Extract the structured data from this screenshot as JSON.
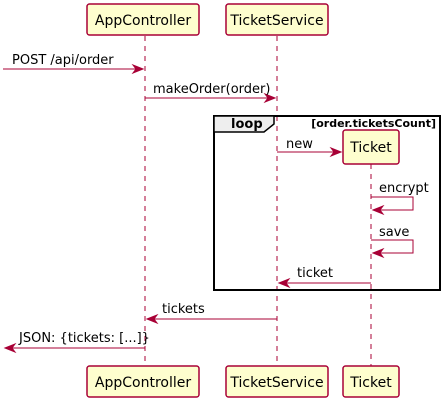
{
  "participants": {
    "app": "AppController",
    "svc": "TicketService",
    "ticket": "Ticket"
  },
  "messages": {
    "post_order": "POST /api/order",
    "make_order": "makeOrder(order)",
    "new": "new",
    "encrypt": "encrypt",
    "save": "save",
    "ticket_return": "ticket",
    "tickets_return": "tickets",
    "json_response": "JSON: {tickets: [...]}"
  },
  "loop": {
    "keyword": "loop",
    "guard": "[order.ticketsCount]"
  },
  "colors": {
    "participant_fill": "#FEFECE",
    "line": "#A80036",
    "loop_tab": "#EEEEEE"
  }
}
